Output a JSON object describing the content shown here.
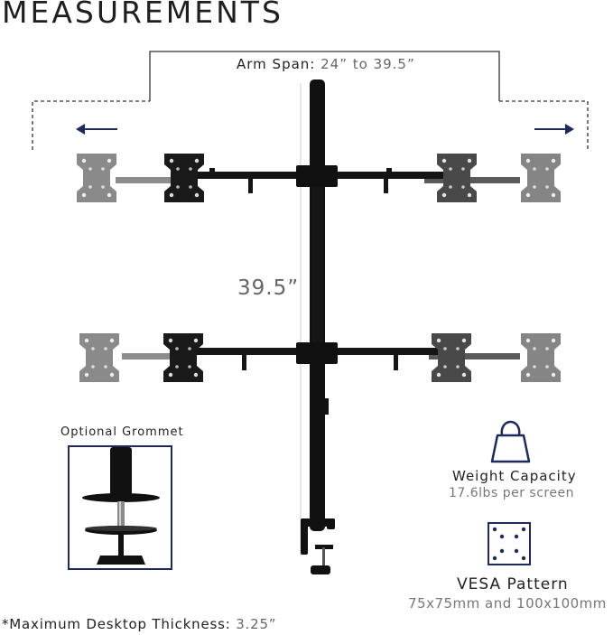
{
  "header": {
    "title": "MEASUREMENTS"
  },
  "arm_span": {
    "label": "Arm Span:",
    "value": "24” to 39.5”"
  },
  "height": {
    "value": "39.5”"
  },
  "grommet": {
    "title": "Optional Grommet"
  },
  "weight": {
    "title": "Weight Capacity",
    "value": "17.6lbs per screen"
  },
  "vesa": {
    "title": "VESA Pattern",
    "value": "75x75mm and 100x100mm"
  },
  "desk": {
    "label": "*Maximum Desktop Thickness:",
    "value": "3.25”"
  },
  "colors": {
    "accent": "#1d2a5c",
    "pole": "#111111",
    "plate_dark": "#1a1a1a",
    "plate_mid": "#4a4a4a",
    "plate_light": "#858585",
    "dashed": "#333333"
  },
  "icons": [
    "arrow-left-icon",
    "arrow-right-icon",
    "weight-icon",
    "vesa-pattern-icon"
  ]
}
